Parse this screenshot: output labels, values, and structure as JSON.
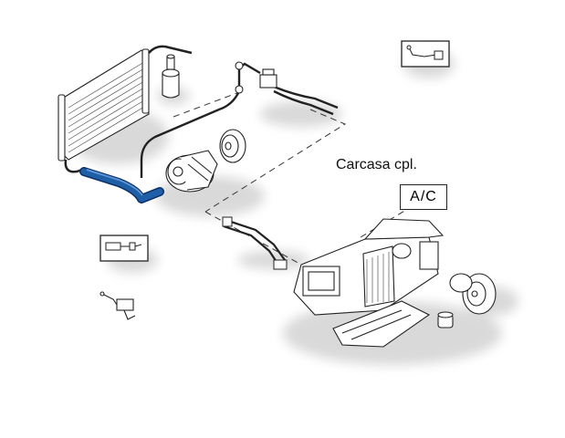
{
  "diagram": {
    "carcasa_label": "Carcasa cpl.",
    "ac_label": "A/C",
    "highlight_color": "#1f5fa8",
    "line_color": "#222222",
    "shadow_color": "#d7d7d7"
  },
  "parts": [
    {
      "name": "condenser",
      "icon": "condenser-icon",
      "highlighted": false
    },
    {
      "name": "receiver-drier",
      "icon": "cylinder-icon",
      "highlighted": false
    },
    {
      "name": "compressor",
      "icon": "compressor-icon",
      "highlighted": false
    },
    {
      "name": "compressor-pulley",
      "icon": "pulley-icon",
      "highlighted": false
    },
    {
      "name": "expansion-valve",
      "icon": "valve-icon",
      "highlighted": false
    },
    {
      "name": "discharge-hose",
      "icon": "hose-icon",
      "highlighted": true
    },
    {
      "name": "evaporator-housing",
      "icon": "housing-icon",
      "highlighted": false
    },
    {
      "name": "blower-motor",
      "icon": "motor-icon",
      "highlighted": false
    },
    {
      "name": "pressure-switch",
      "icon": "switch-icon",
      "highlighted": false
    },
    {
      "name": "temperature-sensor",
      "icon": "sensor-icon",
      "highlighted": false
    },
    {
      "name": "thermostat-switch",
      "icon": "switch-icon",
      "highlighted": false
    }
  ]
}
